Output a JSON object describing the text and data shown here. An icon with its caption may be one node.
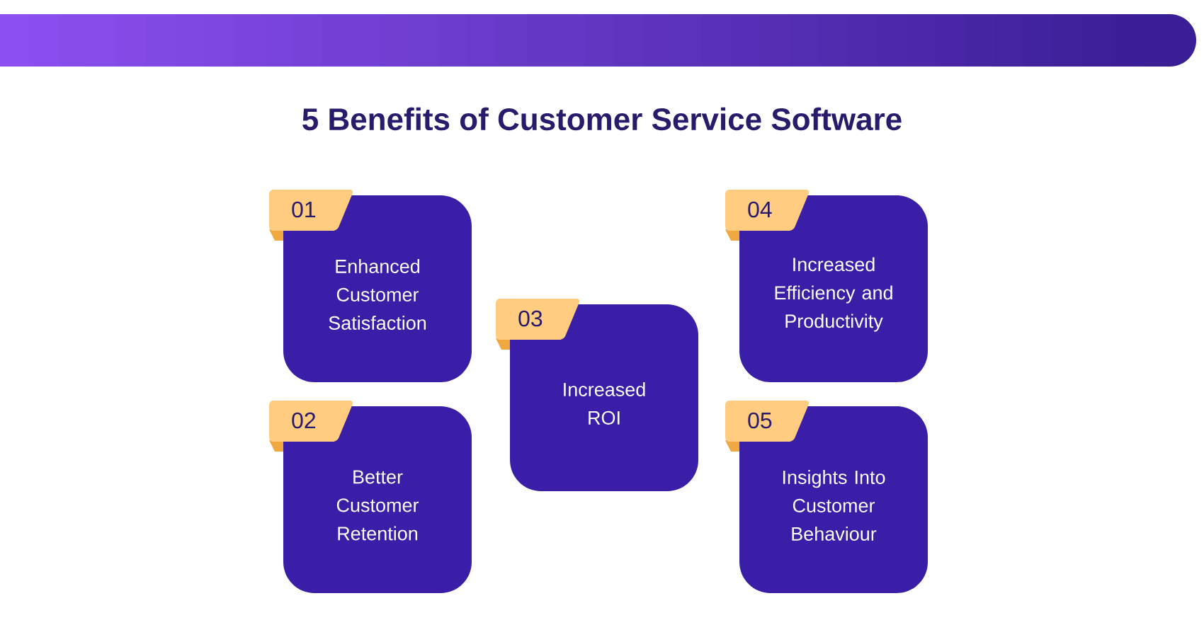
{
  "diagram": {
    "title": "5 Benefits of Customer Service Software",
    "nodes": [
      {
        "text": [
          "01",
          "Enhanced Customer Satisfaction"
        ]
      },
      {
        "text": [
          "02",
          "Better Customer Retention"
        ]
      },
      {
        "text": [
          "03",
          "Increased ROI"
        ]
      },
      {
        "text": [
          "04",
          "Increased Efficiency and Productivity"
        ]
      },
      {
        "text": [
          "05",
          "Insights Into Customer Behaviour"
        ]
      }
    ]
  }
}
